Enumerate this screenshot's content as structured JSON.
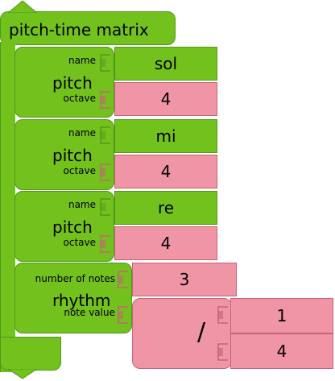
{
  "matrix": {
    "title": "pitch-time matrix"
  },
  "pitches": [
    {
      "name_label": "name",
      "title": "pitch",
      "octave_label": "octave",
      "name_value": "sol",
      "octave_value": "4"
    },
    {
      "name_label": "name",
      "title": "pitch",
      "octave_label": "octave",
      "name_value": "mi",
      "octave_value": "4"
    },
    {
      "name_label": "name",
      "title": "pitch",
      "octave_label": "octave",
      "name_value": "re",
      "octave_value": "4"
    }
  ],
  "rhythm": {
    "title": "rhythm",
    "notes_label": "number of notes",
    "note_value_label": "note value",
    "notes_value": "3",
    "divide_operator": "/",
    "numerator": "1",
    "denominator": "4"
  },
  "colors": {
    "pitch_green": "#72c11d",
    "value_pink": "#ef95a6",
    "border_green": "#509a1a",
    "border_pink": "#c46477"
  }
}
